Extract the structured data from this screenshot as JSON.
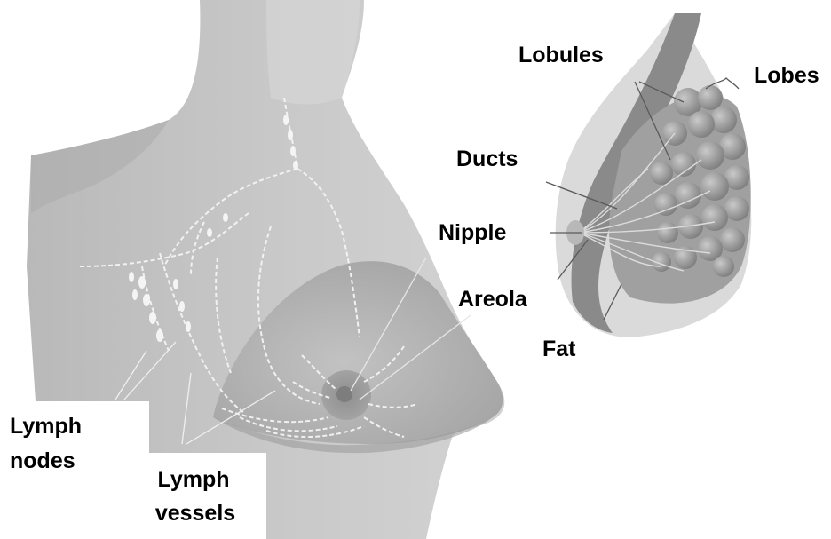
{
  "labels": {
    "lobules": "Lobules",
    "lobes": "Lobes",
    "ducts": "Ducts",
    "nipple": "Nipple",
    "areola": "Areola",
    "fat": "Fat",
    "lymph_nodes_1": "Lymph",
    "lymph_nodes_2": "nodes",
    "lymph_vessels_1": "Lymph",
    "lymph_vessels_2": "vessels"
  },
  "colors": {
    "background": "#ffffff",
    "body_shading": "#c4c4c4",
    "breast_tissue": "#9a9a9a",
    "fat_tissue": "#d6d6d6",
    "lymph_vessels": "#f2f2f2",
    "leader_lines": "#e8e8e8",
    "label_text": "#000000"
  }
}
